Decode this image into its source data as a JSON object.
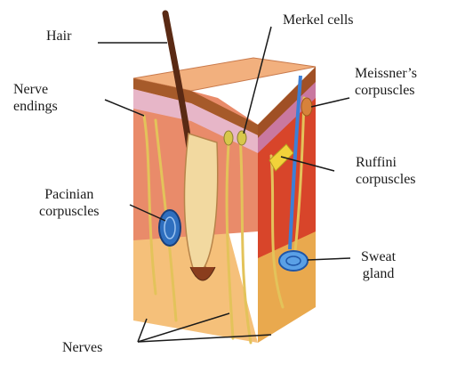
{
  "labels": {
    "hair": "Hair",
    "merkel": "Merkel cells",
    "nerve_endings": [
      "Nerve",
      "endings"
    ],
    "meissner": [
      "Meissner’s",
      "corpuscles"
    ],
    "ruffini": [
      "Ruffini",
      "corpuscles"
    ],
    "pacinian": [
      "Pacinian",
      "corpuscles"
    ],
    "sweat_gland": [
      "Sweat",
      "gland"
    ],
    "nerves": "Nerves"
  },
  "colors": {
    "epidermis_top": "#f0a070",
    "dermis": "#e87a5a",
    "dermis_side": "#d94a2a",
    "fat_layer": "#f6c77a",
    "fat_side": "#e9a94e",
    "hair": "#5a2a14",
    "nerve": "#e3c35a",
    "pacinian": "#2f6fbf",
    "sweat_duct": "#3d7fd6",
    "ruffini": "#f2d23a"
  }
}
